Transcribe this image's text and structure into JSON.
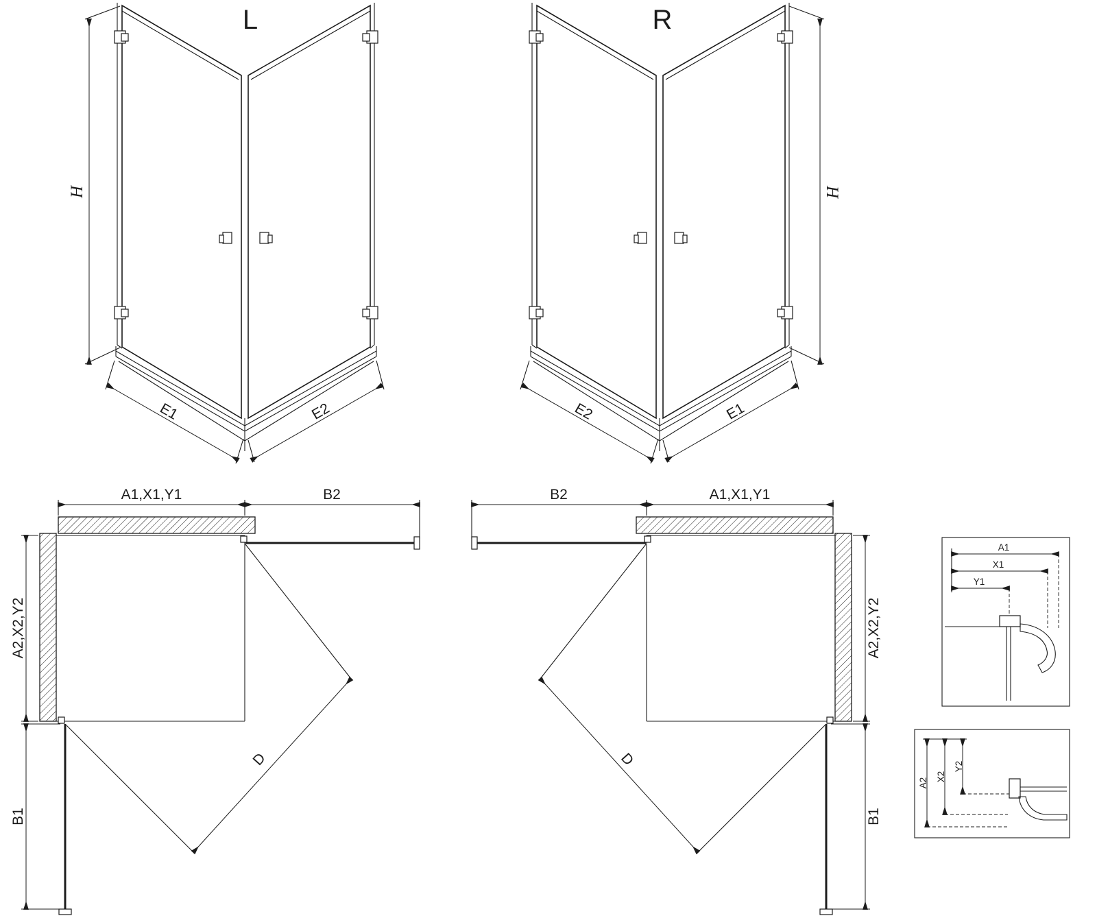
{
  "iso_left": {
    "label": "L",
    "dim_height": "H",
    "dim_bottom_left": "E1",
    "dim_bottom_right": "E2"
  },
  "iso_right": {
    "label": "R",
    "dim_height": "H",
    "dim_bottom_left": "E2",
    "dim_bottom_right": "E1"
  },
  "plan_left": {
    "dim_top_left": "A1,X1,Y1",
    "dim_top_right": "B2",
    "dim_side_upper": "A2,X2,Y2",
    "dim_side_lower": "B1",
    "dim_diagonal": "D"
  },
  "plan_right": {
    "dim_top_left": "B2",
    "dim_top_right": "A1,X1,Y1",
    "dim_side_upper": "A2,X2,Y2",
    "dim_side_lower": "B1",
    "dim_diagonal": "D"
  },
  "detail_top": {
    "dim_a": "A1",
    "dim_x": "X1",
    "dim_y": "Y1"
  },
  "detail_bottom": {
    "dim_a": "A2",
    "dim_x": "X2",
    "dim_y": "Y2"
  },
  "colors": {
    "line": "#1c1c1c",
    "background": "#ffffff"
  }
}
